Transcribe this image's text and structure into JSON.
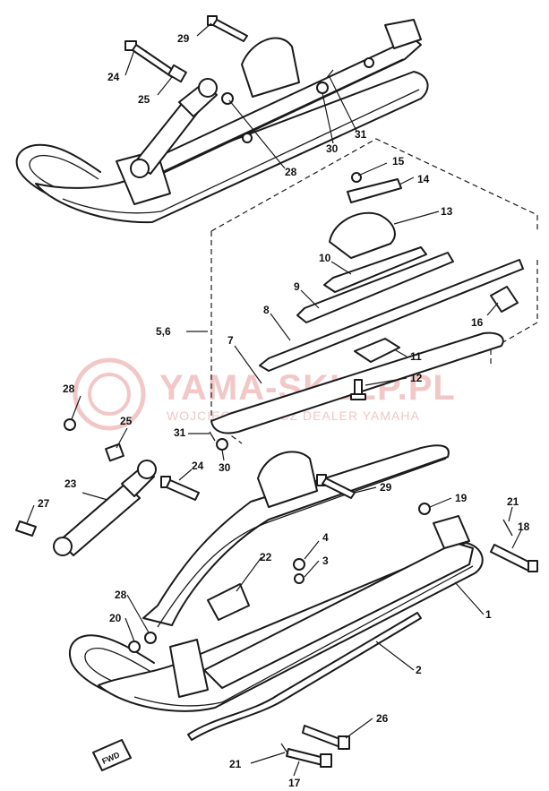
{
  "watermark": {
    "title": "YAMA-SKLEP.PL",
    "subtitle": "WOJCIECH JOWICZ DEALER YAMAHA"
  },
  "badge": {
    "label": "FWD"
  },
  "colors": {
    "line": "#1a1a1a",
    "watermark": "#f2c7c7"
  },
  "callouts": [
    {
      "id": "c29a",
      "text": "29"
    },
    {
      "id": "c24a",
      "text": "24"
    },
    {
      "id": "c25a",
      "text": "25"
    },
    {
      "id": "c28a",
      "text": "28"
    },
    {
      "id": "c30a",
      "text": "30"
    },
    {
      "id": "c31a",
      "text": "31"
    },
    {
      "id": "c15",
      "text": "15"
    },
    {
      "id": "c14",
      "text": "14"
    },
    {
      "id": "c13",
      "text": "13"
    },
    {
      "id": "c10",
      "text": "10"
    },
    {
      "id": "c9",
      "text": "9"
    },
    {
      "id": "c8",
      "text": "8"
    },
    {
      "id": "c56",
      "text": "5,6"
    },
    {
      "id": "c7",
      "text": "7"
    },
    {
      "id": "c16",
      "text": "16"
    },
    {
      "id": "c11",
      "text": "11"
    },
    {
      "id": "c12",
      "text": "12"
    },
    {
      "id": "c28b",
      "text": "28"
    },
    {
      "id": "c25b",
      "text": "25"
    },
    {
      "id": "c31b",
      "text": "31"
    },
    {
      "id": "c30b",
      "text": "30"
    },
    {
      "id": "c24b",
      "text": "24"
    },
    {
      "id": "c29b",
      "text": "29"
    },
    {
      "id": "c23",
      "text": "23"
    },
    {
      "id": "c27",
      "text": "27"
    },
    {
      "id": "c19",
      "text": "19"
    },
    {
      "id": "c21a",
      "text": "21"
    },
    {
      "id": "c18",
      "text": "18"
    },
    {
      "id": "c4",
      "text": "4"
    },
    {
      "id": "c3",
      "text": "3"
    },
    {
      "id": "c22",
      "text": "22"
    },
    {
      "id": "c1",
      "text": "1"
    },
    {
      "id": "c28c",
      "text": "28"
    },
    {
      "id": "c20",
      "text": "20"
    },
    {
      "id": "c2",
      "text": "2"
    },
    {
      "id": "c26",
      "text": "26"
    },
    {
      "id": "c21b",
      "text": "21"
    },
    {
      "id": "c17",
      "text": "17"
    }
  ]
}
